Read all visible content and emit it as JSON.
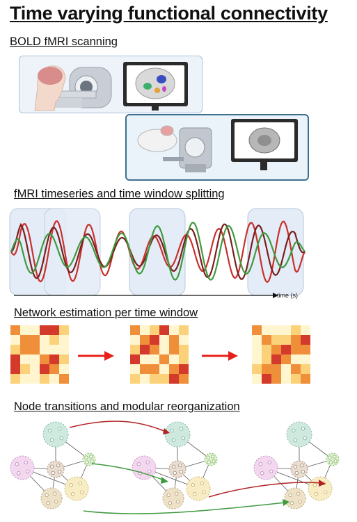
{
  "title": "Time varying functional connectivity",
  "sections": {
    "bold": "BOLD fMRI scanning",
    "timeseries": "fMRI timeseries and time window splitting",
    "network": "Network estimation per time window",
    "transitions": "Node transitions and modular reorganization"
  },
  "timeseries_axis_label": "time (s)",
  "colors": {
    "red_series": "#c9302c",
    "dark_red_series": "#7a1f1f",
    "green_series": "#3f9a3f",
    "window_fill": "#e3ecf7",
    "arrow": "#e8201c"
  },
  "matrices": [
    [
      [
        3,
        1,
        1,
        4,
        4,
        2
      ],
      [
        1,
        3,
        3,
        1,
        2,
        1
      ],
      [
        2,
        3,
        3,
        1,
        1,
        1
      ],
      [
        4,
        1,
        1,
        3,
        4,
        2
      ],
      [
        4,
        2,
        1,
        4,
        3,
        1
      ],
      [
        2,
        1,
        1,
        2,
        1,
        3
      ]
    ],
    [
      [
        3,
        1,
        2,
        4,
        1,
        2
      ],
      [
        1,
        3,
        4,
        1,
        3,
        1
      ],
      [
        2,
        4,
        3,
        1,
        3,
        2
      ],
      [
        4,
        1,
        1,
        3,
        1,
        2
      ],
      [
        1,
        3,
        3,
        1,
        3,
        4
      ],
      [
        2,
        1,
        2,
        2,
        4,
        3
      ]
    ],
    [
      [
        3,
        1,
        1,
        1,
        2,
        1
      ],
      [
        1,
        3,
        2,
        2,
        3,
        4
      ],
      [
        1,
        2,
        3,
        4,
        3,
        3
      ],
      [
        1,
        2,
        4,
        3,
        1,
        1
      ],
      [
        2,
        3,
        3,
        1,
        3,
        2
      ],
      [
        1,
        4,
        3,
        1,
        2,
        3
      ]
    ]
  ]
}
